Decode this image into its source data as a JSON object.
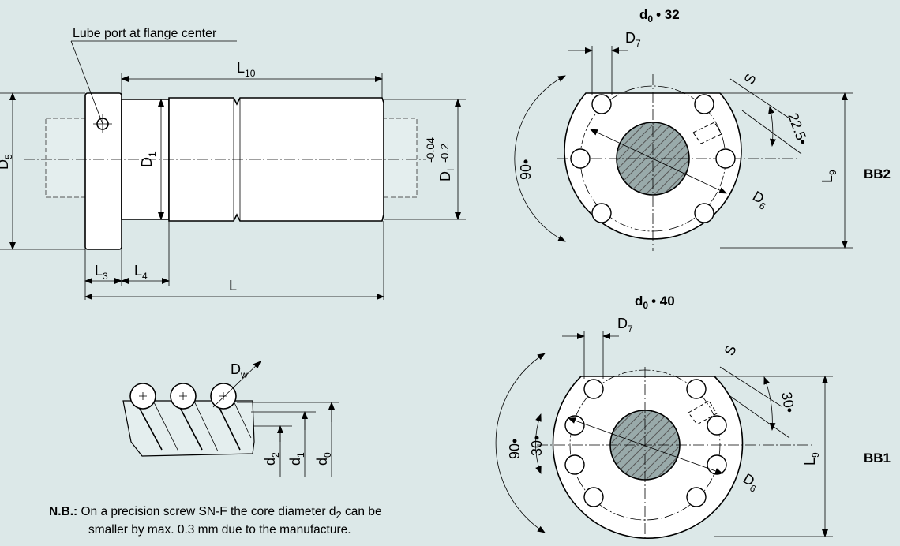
{
  "side_view": {
    "lube_port_label": "Lube port at flange center",
    "L10": "L",
    "L10_sub": "10",
    "D1": "D",
    "D1_sub": "1",
    "D5": "D",
    "D5_sub": "5",
    "Dl": "D",
    "Dl_sub": "I",
    "Dl_tol_upper": "-0.04",
    "Dl_tol_lower": "-0.2",
    "L3": "L",
    "L3_sub": "3",
    "L4": "L",
    "L4_sub": "4",
    "L": "L"
  },
  "ball_detail": {
    "Dw": "D",
    "Dw_sub": "w",
    "d2": "d",
    "d2_sub": "2",
    "d1": "d",
    "d1_sub": "1",
    "d0": "d",
    "d0_sub": "0"
  },
  "top_view": {
    "title_d": "d",
    "title_sub": "0",
    "title_value": "• 32",
    "D7": "D",
    "D7_sub": "7",
    "S": "S",
    "angle_small": "22.5•",
    "angle_large": "90•",
    "D6": "D",
    "D6_sub": "6",
    "L9": "L",
    "L9_sub": "9",
    "tag": "BB2"
  },
  "bottom_view": {
    "title_d": "d",
    "title_sub": "0",
    "title_value": "• 40",
    "D7": "D",
    "D7_sub": "7",
    "S": "S",
    "angle_right": "30•",
    "angle_left_inner": "30•",
    "angle_large": "90•",
    "D6": "D",
    "D6_sub": "6",
    "L9": "L",
    "L9_sub": "9",
    "tag": "BB1"
  },
  "note": {
    "prefix": "N.B.:",
    "line1": "On a precision screw SN-F the core diameter d",
    "line1_sub": "2",
    "line1_end": " can be",
    "line2": "smaller by max. 0.3 mm due to the manufacture."
  }
}
